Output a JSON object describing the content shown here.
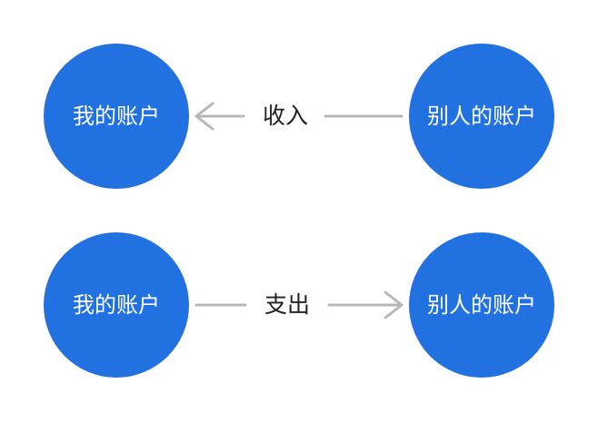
{
  "rows": [
    {
      "direction": "incoming",
      "left_node": "我的账户",
      "right_node": "别人的账户",
      "label": "收入"
    },
    {
      "direction": "outgoing",
      "left_node": "我的账户",
      "right_node": "别人的账户",
      "label": "支出"
    }
  ],
  "colors": {
    "node_fill": "#2271e0",
    "node_text": "#ffffff",
    "connector": "#b8b8b8",
    "label_text": "#222222"
  }
}
